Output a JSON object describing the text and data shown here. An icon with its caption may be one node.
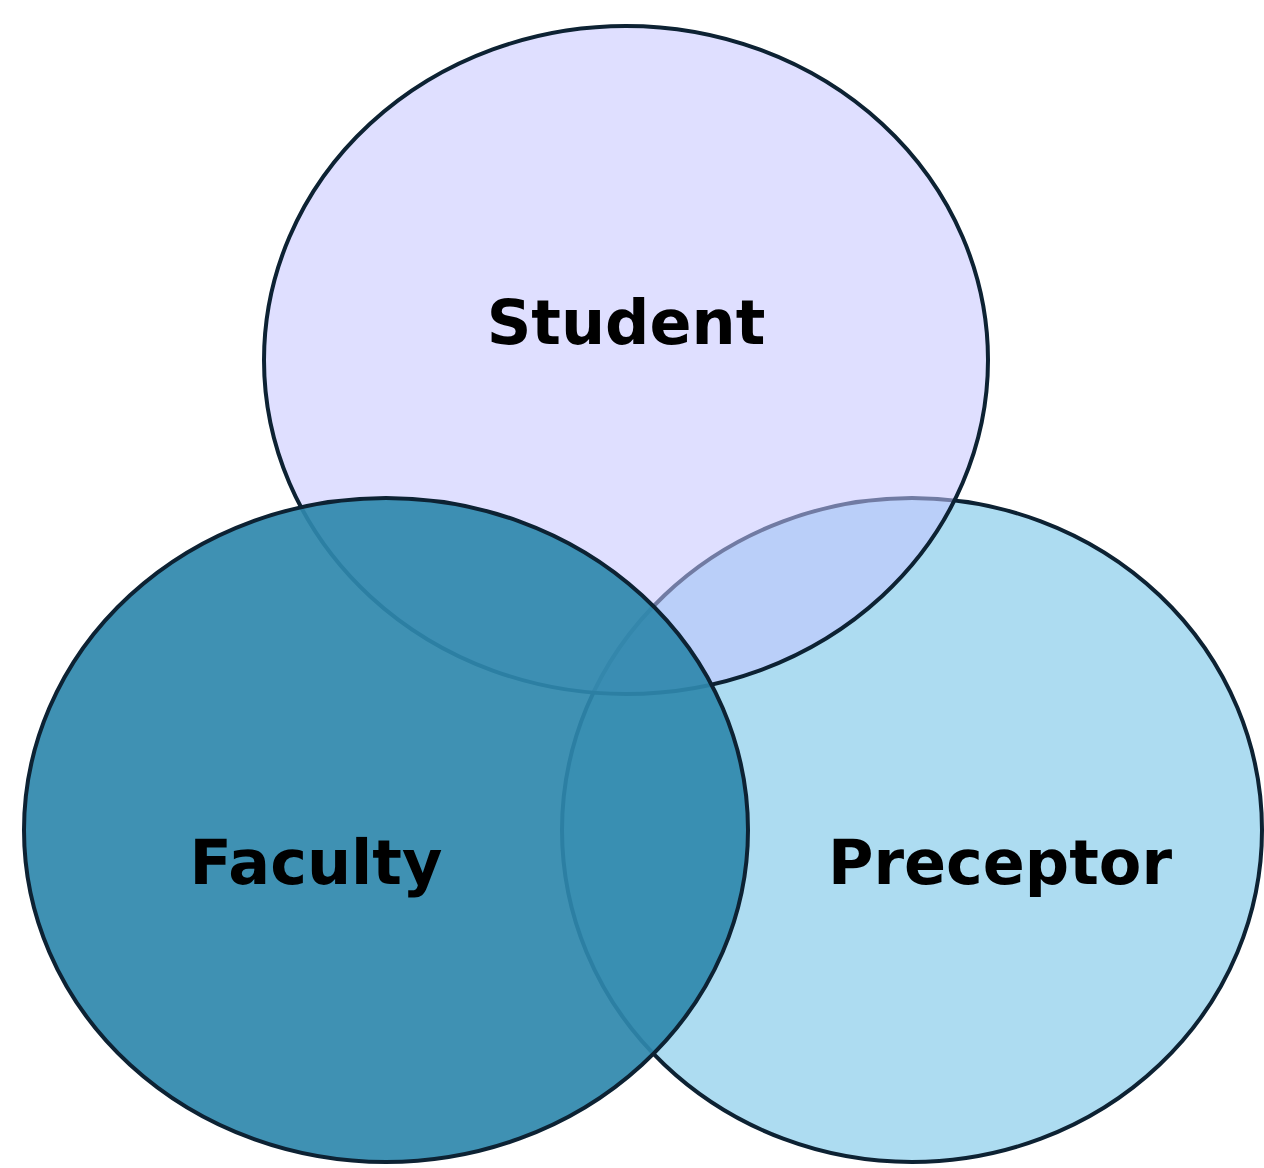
{
  "diagram": {
    "nodes": [
      {
        "text": [
          "Student"
        ]
      },
      {
        "text": [
          "Faculty"
        ]
      },
      {
        "text": [
          "Preceptor"
        ]
      }
    ]
  }
}
